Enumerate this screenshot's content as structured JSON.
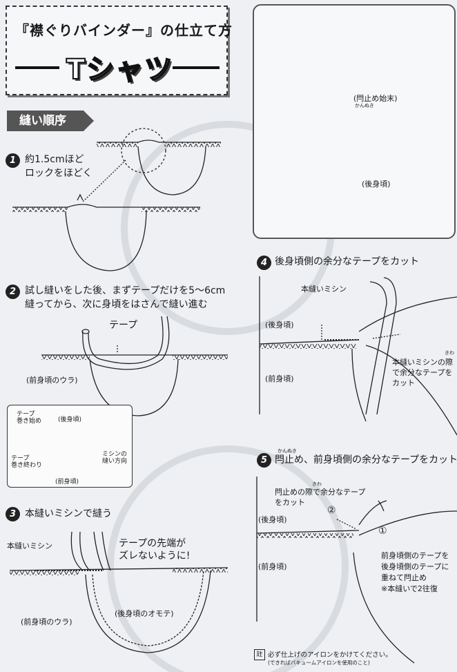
{
  "title": {
    "line1": "『襟ぐりバインダー』の仕立て方",
    "line2": "Tシャツ"
  },
  "section_tab": "縫い順序",
  "steps": [
    {
      "num": "1",
      "text1": "約1.5cmほど",
      "text2": "ロックをほどく"
    },
    {
      "num": "2",
      "text1": "試し縫いをした後、まずテープだけを5～6cm",
      "text2": "縫ってから、次に身頃をはさんで縫い進む",
      "labels": {
        "tape": "テープ",
        "front_back": "(前身頃のウラ)"
      }
    },
    {
      "num": "3",
      "text": "本縫いミシンで縫う",
      "labels": {
        "machine": "本縫いミシン",
        "caution1": "テープの先端が",
        "caution2": "ズレないように!",
        "front_back": "(前身頃のウラ)",
        "back_front": "(後身頃のオモテ)"
      }
    },
    {
      "num": "4",
      "text": "後身頃側の余分なテープをカット",
      "labels": {
        "machine": "本縫いミシン",
        "back": "(後身頃)",
        "front": "(前身頃)",
        "ruby": "きわ",
        "cut1": "本縫いミシンの際",
        "cut2": "で余分なテープを",
        "cut3": "カット"
      }
    },
    {
      "num": "5",
      "text": "閂止め、前身頃側の余分なテープをカット",
      "ruby": "かんぬき",
      "labels": {
        "ruby_edge": "きわ",
        "cut1": "閂止めの際で余分なテープ",
        "cut2": "をカット",
        "circle2": "②",
        "back": "(後身頃)",
        "front": "(前身頃)",
        "circle1": "①",
        "note1": "前身頃側のテープを",
        "note2": "後身頃側のテープに",
        "note3": "重ねて閂止め",
        "note4": "※本縫いで2往復"
      }
    }
  ],
  "inset": {
    "start1": "テープ",
    "start2": "巻き始め",
    "back": "(後身頃)",
    "end1": "テープ",
    "end2": "巻き終わり",
    "dir1": "ミシンの",
    "dir2": "縫い方向",
    "front": "(前身頃)"
  },
  "tshirt": {
    "bartack1": "(閂止め始末)",
    "bartack_ruby": "かんぬき",
    "back": "(後身頃)"
  },
  "footer": {
    "mark": "註",
    "line1": "必ず仕上げのアイロンをかけてください。",
    "line2": "(できればバキュームアイロンを使用のこと)"
  }
}
